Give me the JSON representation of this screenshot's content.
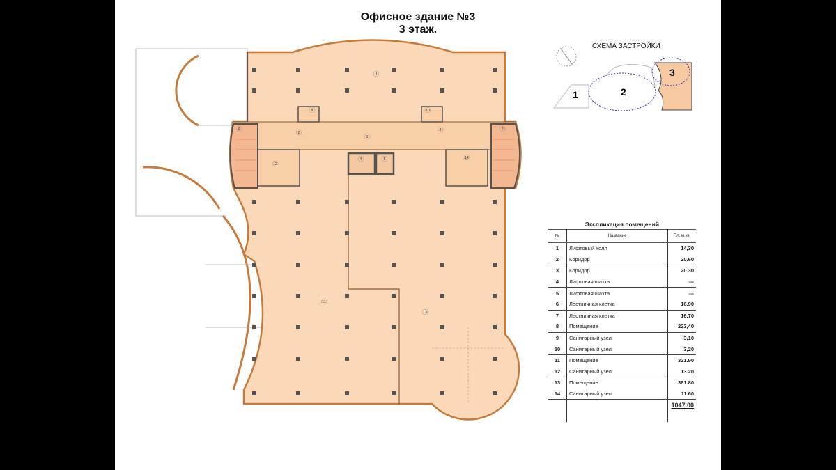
{
  "title": "Офисное здание №3",
  "subtitle": "3 этаж.",
  "scheme": {
    "title": "СХЕМА ЗАСТРОЙКИ",
    "blocks": [
      "1",
      "2",
      "3"
    ]
  },
  "plan": {
    "room_numbers": [
      "1",
      "2",
      "3",
      "4",
      "5",
      "6",
      "7",
      "8",
      "9",
      "10",
      "11",
      "12",
      "13",
      "14"
    ]
  },
  "explication": {
    "caption": "Экспликация помещений",
    "headers": [
      "№",
      "Название",
      "Пл. м.кв."
    ],
    "rows": [
      {
        "n": "1",
        "name": "Лифтовый холл",
        "area": "14,30"
      },
      {
        "n": "2",
        "name": "Коридор",
        "area": "20.60"
      },
      {
        "n": "3",
        "name": "Коридор",
        "area": "20.30"
      },
      {
        "n": "4",
        "name": "Лифтовая шахта",
        "area": "---"
      },
      {
        "n": "5",
        "name": "Лифтовая шахта",
        "area": "---"
      },
      {
        "n": "6",
        "name": "Лестничная клетка",
        "area": "16.90"
      },
      {
        "n": "7",
        "name": "Лестничная клетка",
        "area": "16.70"
      },
      {
        "n": "8",
        "name": "Помещение",
        "area": "223,40"
      },
      {
        "n": "9",
        "name": "Санитарный узел",
        "area": "3,10"
      },
      {
        "n": "10",
        "name": "Санитарный узел",
        "area": "3,20"
      },
      {
        "n": "11",
        "name": "Помещение",
        "area": "321.90"
      },
      {
        "n": "12",
        "name": "Санитарный узел",
        "area": "13.20"
      },
      {
        "n": "13",
        "name": "Помещение",
        "area": "381.80"
      },
      {
        "n": "14",
        "name": "Санитарный узел",
        "area": "11.60"
      }
    ],
    "total": "1047.00"
  },
  "colors": {
    "room_fill": "#fbd9b8",
    "wall": "#c87a3a",
    "column": "#555555",
    "scheme_highlight": "#f6c9a0"
  }
}
